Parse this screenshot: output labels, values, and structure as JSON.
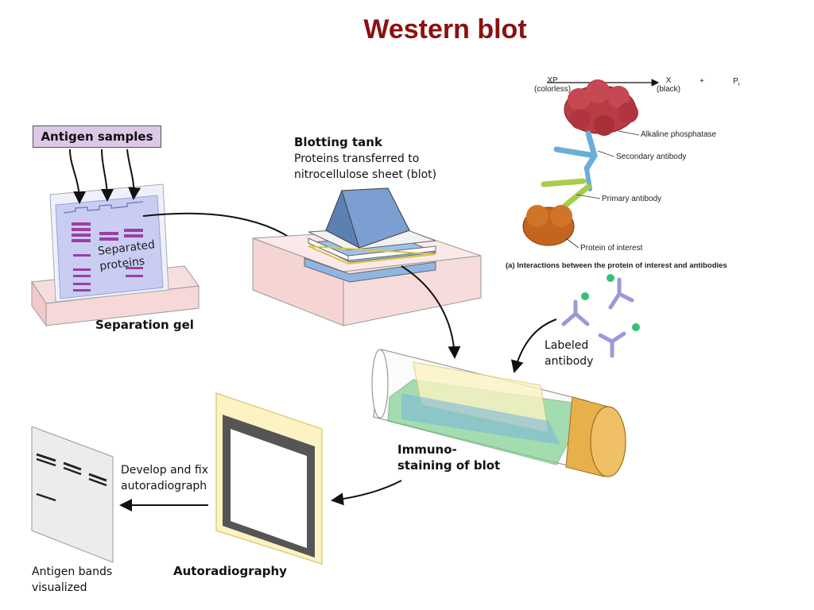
{
  "title": "Western blot",
  "labels": {
    "antigen_samples": "Antigen samples",
    "separated_proteins_line1": "Separated",
    "separated_proteins_line2": "proteins",
    "separation_gel": "Separation gel",
    "blotting_tank": "Blotting tank",
    "blotting_desc_line1": "Proteins transferred to",
    "blotting_desc_line2": "nitrocellulose sheet (blot)",
    "labeled_antibody_line1": "Labeled",
    "labeled_antibody_line2": "antibody",
    "immunostaining_line1": "Immuno-",
    "immunostaining_line2": "staining of blot",
    "develop_line1": "Develop and fix",
    "develop_line2": "autoradiograph",
    "autoradiography": "Autoradiography",
    "bands_line1": "Antigen bands",
    "bands_line2": "visualized"
  },
  "inset": {
    "xp": "XP",
    "colorless": "(colorless)",
    "x": "X",
    "black": "(black)",
    "plus": "+",
    "pi": "P",
    "pi_sub": "i",
    "alkaline_phosphatase": "Alkaline phosphatase",
    "secondary_antibody": "Secondary antibody",
    "primary_antibody": "Primary antibody",
    "protein_of_interest": "Protein of interest",
    "caption": "(a) Interactions between the protein of interest and antibodies"
  },
  "colors": {
    "title": "#8b1010",
    "gel": "#c9cdf2",
    "gel_bands": "#9b3fa3",
    "antigen_box": "#ddc8e8",
    "tank": "#f7dede",
    "blotting_pad": "#6f93c4",
    "tube_liquid": "#7fd08f",
    "tube_cap": "#e8b04a",
    "film_frame": "#fbf3c4",
    "film_border": "#555555",
    "phosphatase": "#b83c46",
    "secondary_antibody": "#6aaed8",
    "primary_antibody": "#a9cc4a",
    "protein": "#c4641e"
  }
}
